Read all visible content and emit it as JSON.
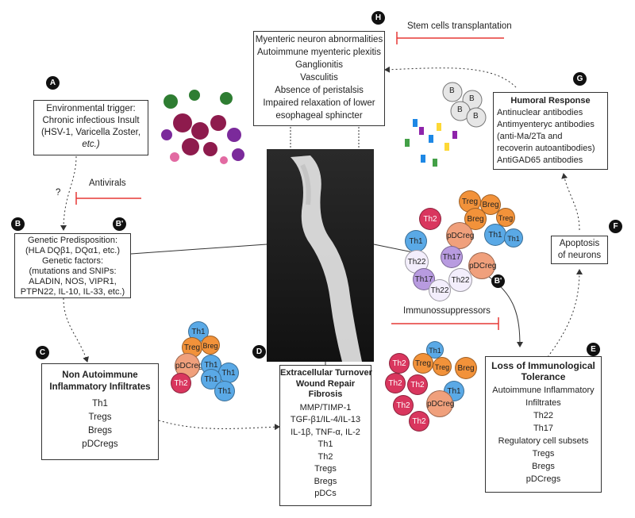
{
  "badges": {
    "a": "A",
    "b": "B",
    "b_prime": "B'",
    "b_prime_2": "B'",
    "c": "C",
    "d": "D",
    "e": "E",
    "f": "F",
    "g": "G",
    "h": "H"
  },
  "env_box": {
    "lines": [
      "Environmental trigger:",
      "Chronic infectious Insult",
      "(HSV-1, Varicella Zoster,",
      "etc.)"
    ]
  },
  "genetic_box": {
    "lines": [
      "Genetic Predisposition:",
      "(HLA DQβ1, DQα1, etc.)",
      "Genetic factors:",
      "(mutations and SNIPs:",
      "ALADIN, NOS, VIPR1,",
      "PTPN22, IL-10, IL-33, etc.)"
    ]
  },
  "non_auto_box": {
    "title": [
      "Non Autoimmune",
      "Inflammatory Infiltrates"
    ],
    "items": [
      "Th1",
      "Tregs",
      "Bregs",
      "pDCregs"
    ]
  },
  "ecm_box": {
    "title": [
      "Extracellular Turnover",
      "Wound Repair",
      "Fibrosis"
    ],
    "items": [
      "MMP/TIMP-1",
      "TGF-β1/IL-4/IL-13",
      "IL-1β, TNF-α, IL-2",
      "Th1",
      "Th2",
      "Tregs",
      "Bregs",
      "pDCs"
    ]
  },
  "myenteric_box": {
    "lines": [
      "Myenteric neuron abnormalities",
      "Autoimmune myenteric plexitis",
      "Ganglionitis",
      "Vasculitis",
      "Absence of peristalsis",
      "Impaired relaxation of lower",
      "esophageal sphincter"
    ]
  },
  "humoral_box": {
    "title": "Humoral Response",
    "lines": [
      "Antinuclear antibodies",
      "Antimyenteryc antibodies",
      "(anti-Ma/2Ta and",
      "recoverin autoantibodies)",
      "AntiGAD65 antibodies"
    ]
  },
  "apoptosis_box": {
    "lines": [
      "Apoptosis",
      "of neurons"
    ]
  },
  "tolerance_box": {
    "title": [
      "Loss of Immunological",
      "Tolerance"
    ],
    "lines": [
      "Autoimmune Inflammatory",
      "Infiltrates",
      "Th22",
      "Th17",
      "Regulatory cell subsets",
      "Tregs",
      "Bregs",
      "pDCregs"
    ]
  },
  "labels": {
    "question": "?",
    "antivirals": "Antivirals",
    "immunosuppressors": "Immunossuppressors",
    "stem_cells": "Stem cells transplantation"
  },
  "cells": {
    "th1": "Th1",
    "th2": "Th2",
    "th17": "Th17",
    "th22": "Th22",
    "treg": "Treg",
    "breg": "Breg",
    "pdcreg": "pDCreg",
    "b": "B"
  },
  "colors": {
    "inhibitor": "#e53935",
    "th1": "#5aa9e6",
    "th2": "#d9365e",
    "treg": "#f2923a",
    "breg": "#f2923a",
    "th17": "#b89be0",
    "th22": "#f3eefc",
    "pdc": "#f0a07c"
  }
}
